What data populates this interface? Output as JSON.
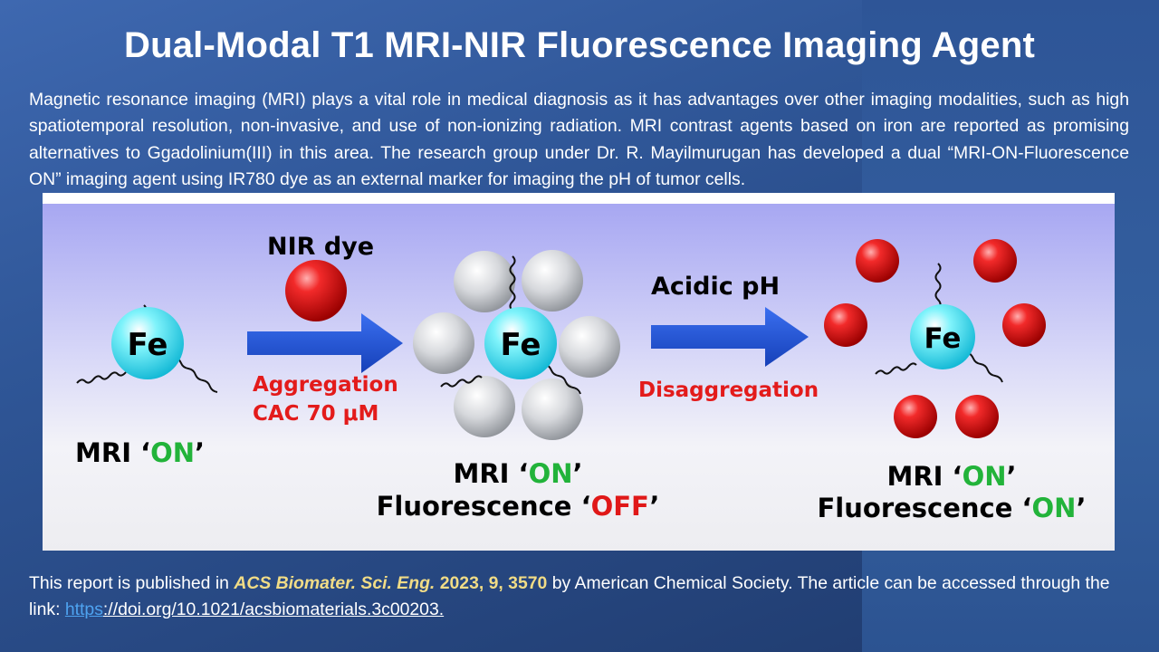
{
  "title": "Dual-Modal T1 MRI-NIR Fluorescence Imaging Agent",
  "intro": "Magnetic resonance imaging (MRI) plays a vital role in medical diagnosis as it has advantages over other imaging modalities, such as high spatiotemporal resolution, non-invasive, and use of non-ionizing radiation. MRI contrast agents based on iron are reported as promising alternatives to Ggadolinium(III)  in this area. The research group under Dr. R. Mayilmurugan has developed a dual “MRI-ON-Fluorescence ON” imaging agent using IR780 dye as an external marker for imaging the pH of tumor cells.",
  "figure": {
    "fe_label": "Fe",
    "nir_dye": "NIR dye",
    "aggregation": "Aggregation",
    "cac": "CAC 70 μM",
    "acidic_ph": "Acidic pH",
    "disaggregation": "Disaggregation",
    "mri_prefix": "MRI ‘",
    "fluor_prefix": "Fluorescence ‘",
    "on": "ON",
    "off": "OFF",
    "close_quote": "’",
    "colors": {
      "fe": "#3fe6f4",
      "dye": "#e21010",
      "arrow": "#1f4fd6",
      "on": "#22b33a",
      "off": "#e01818",
      "red_label": "#e31b1b",
      "sphere": "#c9cdd3"
    }
  },
  "footer": {
    "prefix": "This  report is published in ",
    "citation": "ACS Biomater. Sci. Eng.",
    "citation_nums": " 2023, 9, 3570",
    "middle": " by American Chemical Society. The article can be accessed through the link: ",
    "link_a": "https",
    "link_b": "://doi.org/10.1021/acsbiomaterials.3c00203."
  }
}
